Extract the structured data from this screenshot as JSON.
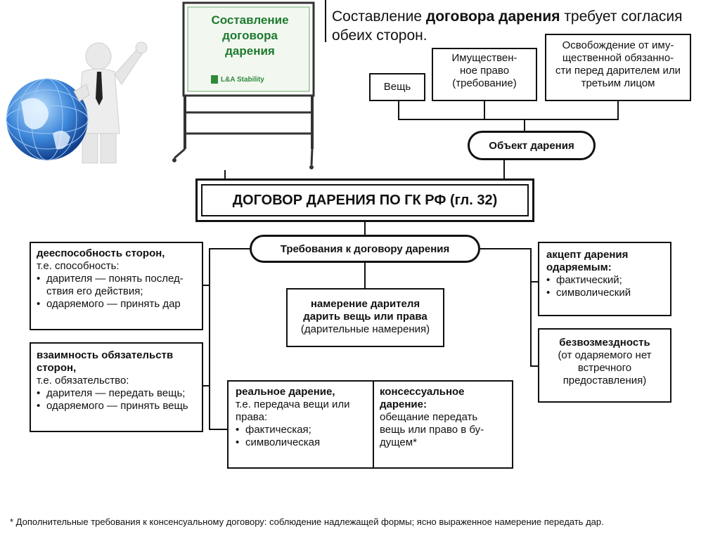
{
  "header": {
    "text_part1": "Составление ",
    "text_bold": "договора дарения",
    "text_part2": " требует согласия обеих сторон."
  },
  "board": {
    "line1": "Составление",
    "line2": "договора",
    "line3": "дарения",
    "logo_text": "L&A Stability"
  },
  "objects": {
    "thing": "Вещь",
    "property_right_l1": "Имуществен-",
    "property_right_l2": "ное право",
    "property_right_l3": "(требование)",
    "release_l1": "Освобождение от иму-",
    "release_l2": "щественной обязанно-",
    "release_l3": "сти перед дарителем или",
    "release_l4": "третьим лицом",
    "object_label": "Объект дарения"
  },
  "main_title": "ДОГОВОР ДАРЕНИЯ ПО ГК РФ (гл. 32)",
  "requirements_label": "Требования к договору дарения",
  "capacity": {
    "title": "дееспособность сторон,",
    "sub": "т.е. способность:",
    "item1_l1": "дарителя — понять послед-",
    "item1_l2": "ствия его действия;",
    "item2": "одаряемого — принять дар"
  },
  "mutual": {
    "title_l1": "взаимность обязательств",
    "title_l2": "сторон,",
    "sub": "т.е. обязательство:",
    "item1": "дарителя — передать вещь;",
    "item2": "одаряемого — принять вещь"
  },
  "intent": {
    "l1": "намерение дарителя",
    "l2": "дарить вещь или права",
    "l3": "(дарительные намерения)"
  },
  "real": {
    "title": "реальное дарение,",
    "sub_l1": "т.е. передача вещи или",
    "sub_l2": "права:",
    "item1": "фактическая;",
    "item2": "символическая"
  },
  "consensual": {
    "title_l1": "консессуальное",
    "title_l2": "дарение:",
    "l1": "обещание передать",
    "l2": "вещь или право в бу-",
    "l3": "дущем*"
  },
  "acceptance": {
    "title_l1": "акцепт дарения",
    "title_l2": "одаряемым:",
    "item1": "фактический;",
    "item2": "символический"
  },
  "gratuitous": {
    "title": "безвозмездность",
    "l1": "(от одаряемого нет",
    "l2": "встречного",
    "l3": "предоставления)"
  },
  "footnote": "* Дополнительные требования к консенсуальному договору: соблюдение надлежащей формы; ясно выраженное намерение передать дар."
}
